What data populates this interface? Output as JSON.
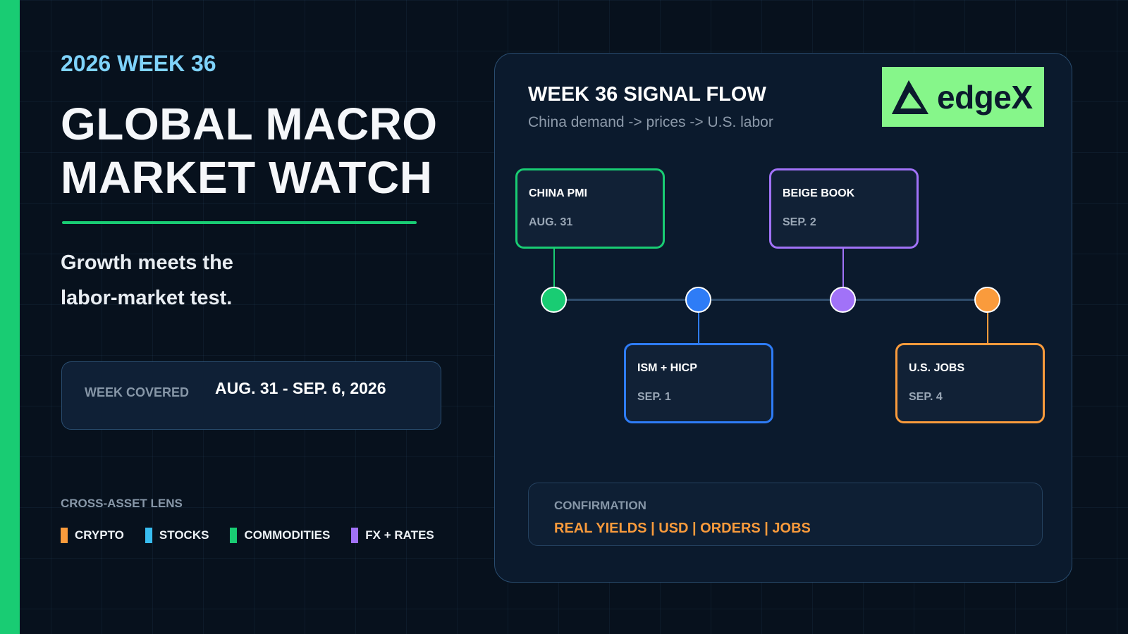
{
  "colors": {
    "accent_green": "#19cc73",
    "accent_blue": "#2e7cf6",
    "accent_purple": "#a172f8",
    "accent_orange": "#fa9b3c",
    "accent_cyan": "#38bdf0",
    "eyebrow": "#7fd3fb",
    "logo_bg": "#86f68a"
  },
  "header": {
    "eyebrow": "2026 WEEK 36",
    "title_line1": "GLOBAL MACRO",
    "title_line2": "MARKET WATCH",
    "subtitle_line1": "Growth meets the",
    "subtitle_line2": "labor-market test."
  },
  "week": {
    "label": "WEEK COVERED",
    "value": "AUG. 31 - SEP. 6, 2026"
  },
  "lens": {
    "title": "CROSS-ASSET LENS",
    "items": [
      {
        "label": "CRYPTO",
        "color": "#fa9b3c"
      },
      {
        "label": "STOCKS",
        "color": "#38bdf0"
      },
      {
        "label": "COMMODITIES",
        "color": "#19cc73"
      },
      {
        "label": "FX + RATES",
        "color": "#a172f8"
      }
    ]
  },
  "flow": {
    "title": "WEEK 36 SIGNAL FLOW",
    "subtitle": "China demand -> prices -> U.S. labor",
    "logo_text": "edgeX",
    "events": [
      {
        "name": "CHINA PMI",
        "date": "AUG. 31",
        "color": "#19cc73"
      },
      {
        "name": "ISM + HICP",
        "date": "SEP. 1",
        "color": "#2e7cf6"
      },
      {
        "name": "BEIGE BOOK",
        "date": "SEP. 2",
        "color": "#a172f8"
      },
      {
        "name": "U.S. JOBS",
        "date": "SEP. 4",
        "color": "#fa9b3c"
      }
    ],
    "confirmation_label": "CONFIRMATION",
    "confirmation_value": "REAL YIELDS | USD | ORDERS | JOBS"
  }
}
